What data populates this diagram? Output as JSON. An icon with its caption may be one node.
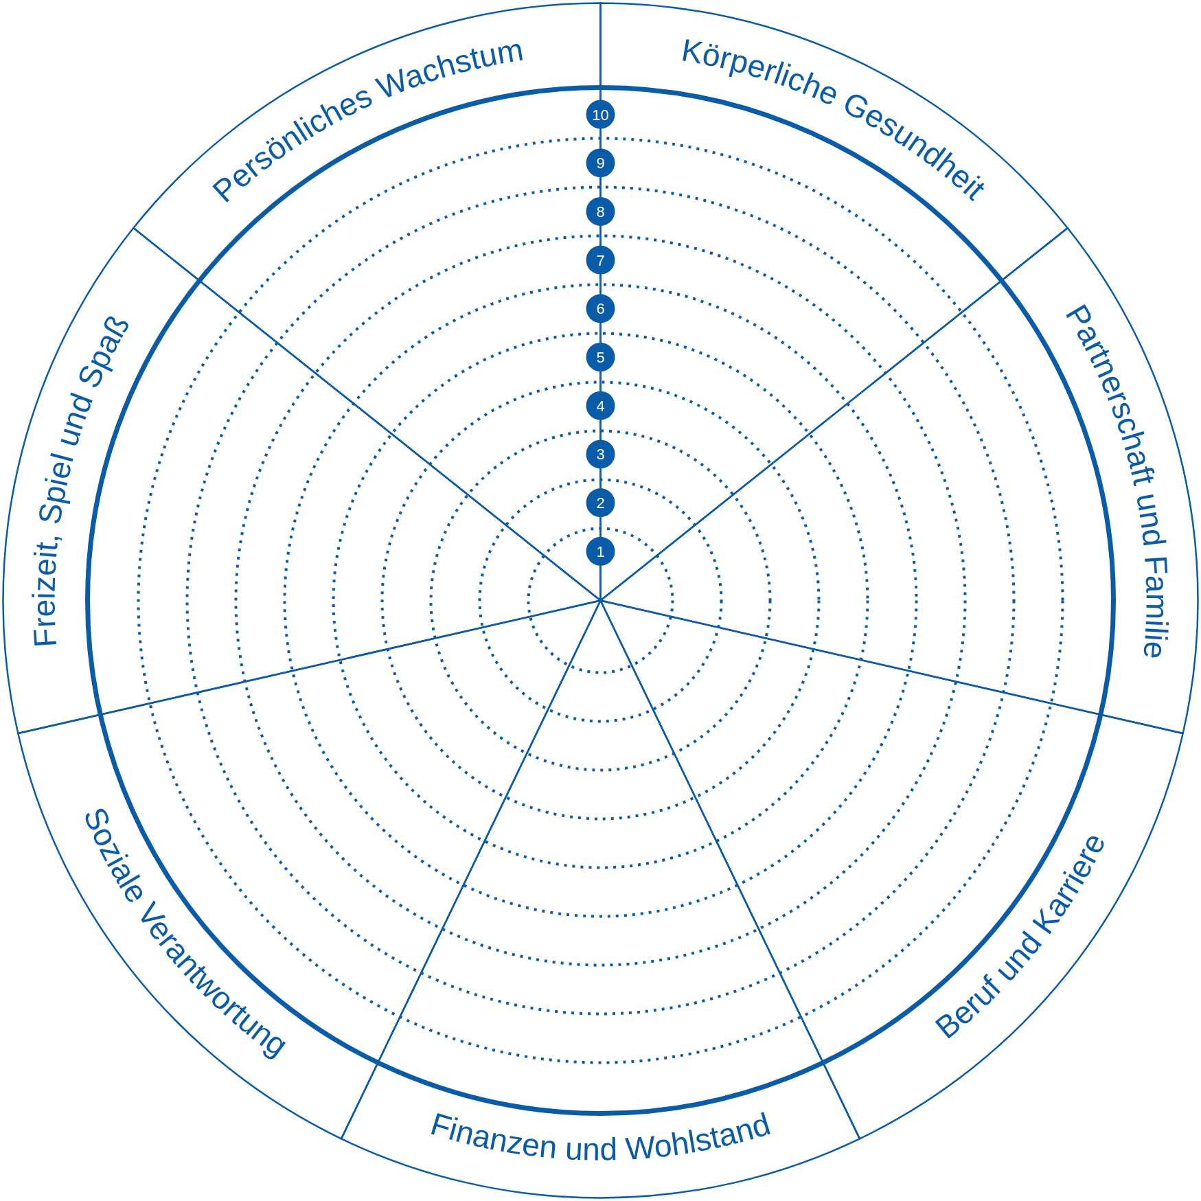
{
  "diagram": {
    "nodes": [
      {
        "text": [
          "Persönliches Wachstum"
        ]
      },
      {
        "text": [
          "Körperliche Gesundheit"
        ]
      },
      {
        "text": [
          "Partnerschaft und Familie"
        ]
      },
      {
        "text": [
          "Beruf und Karriere"
        ]
      },
      {
        "text": [
          "Finanzen und Wohlstand"
        ]
      },
      {
        "text": [
          "Soziale Verantwortung"
        ]
      },
      {
        "text": [
          "Freizeit, Spiel und Spaß"
        ]
      },
      {
        "text": [
          "10"
        ]
      },
      {
        "text": [
          "9"
        ]
      },
      {
        "text": [
          "8"
        ]
      },
      {
        "text": [
          "7"
        ]
      },
      {
        "text": [
          "6"
        ]
      },
      {
        "text": [
          "5"
        ]
      },
      {
        "text": [
          "4"
        ]
      },
      {
        "text": [
          "3"
        ]
      },
      {
        "text": [
          "2"
        ]
      },
      {
        "text": [
          "1"
        ]
      }
    ]
  }
}
